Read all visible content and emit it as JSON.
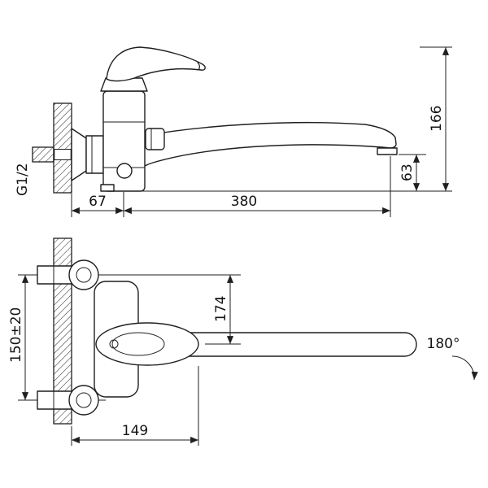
{
  "view_side": {
    "thread": "G1/2",
    "height_overall": "166",
    "outlet_height": "63",
    "wall_offset": "67",
    "spout_reach": "380"
  },
  "view_front": {
    "mount_spacing": "150±20",
    "mount_to_spout_axis": "174",
    "depth": "149",
    "swivel": "180°"
  },
  "colors": {
    "line": "#1f1f1f",
    "background": "#ffffff"
  }
}
